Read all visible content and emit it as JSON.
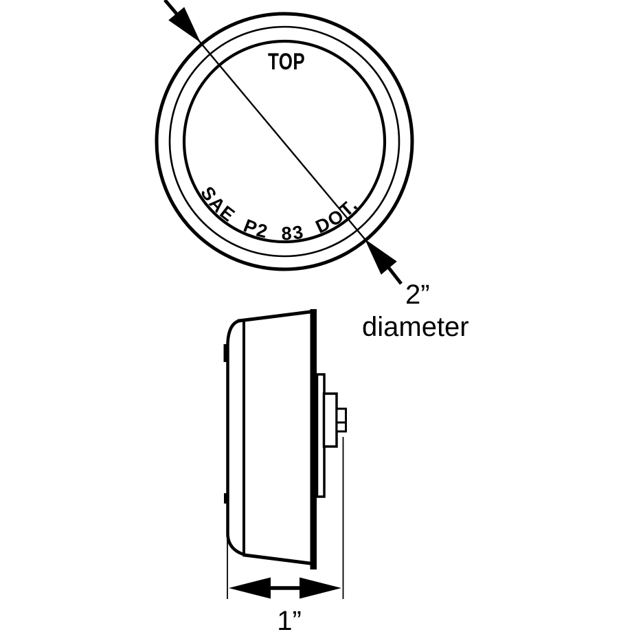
{
  "colors": {
    "background": "#ffffff",
    "ink": "#000000"
  },
  "front_view": {
    "marking_top": "TOP",
    "marking_arc": "SAE P2 83 DOT,",
    "dimension_value": "2”",
    "dimension_label": "diameter"
  },
  "side_view": {
    "dimension_value": "1”"
  }
}
